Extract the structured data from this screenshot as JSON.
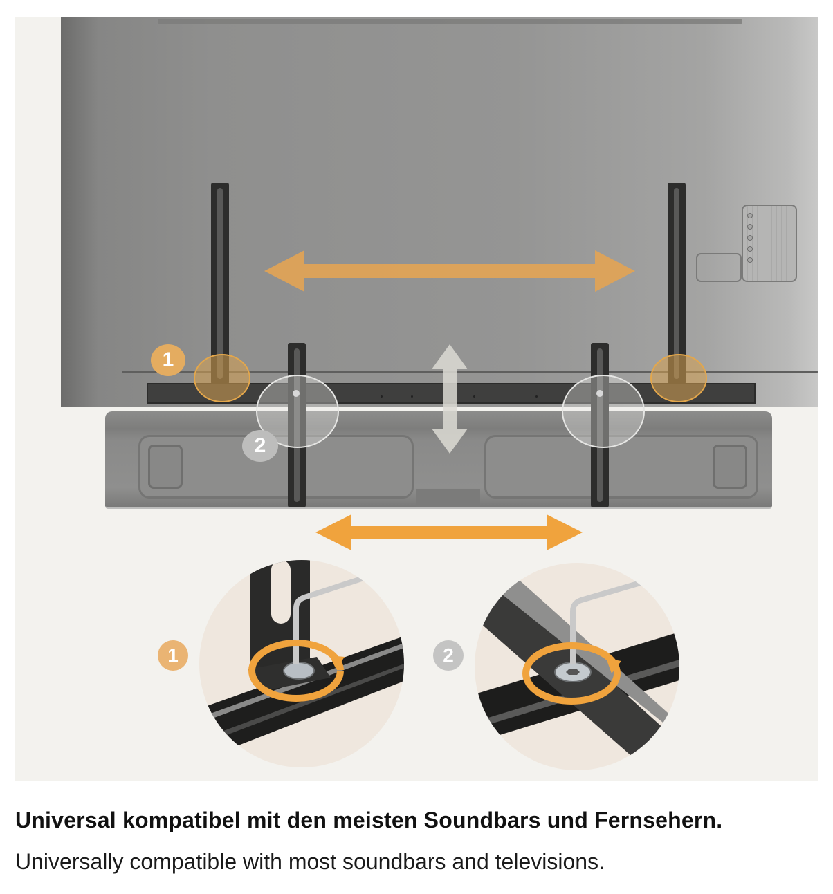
{
  "illustration": {
    "background_color": "#f3f2ee",
    "tv": {
      "label": "tv-back",
      "color": "#959594"
    },
    "soundbar": {
      "label": "soundbar",
      "color": "#8c8c8b"
    },
    "accent_color": "#f0a33d",
    "step_badges": [
      {
        "number": "1",
        "color": "#e9b066"
      },
      {
        "number": "2",
        "color": "#c7c7c6"
      }
    ],
    "arrows": [
      {
        "name": "tv-bracket-width-arrow",
        "direction": "horizontal",
        "color": "#e9a85a"
      },
      {
        "name": "height-adjust-arrow",
        "direction": "vertical",
        "color": "#d8d6d0"
      },
      {
        "name": "soundbar-bracket-width-arrow",
        "direction": "horizontal",
        "color": "#f0a33d"
      }
    ],
    "detail_insets": [
      {
        "step": "1",
        "description": "hex-key-tighten-tv-bracket"
      },
      {
        "step": "2",
        "description": "hex-key-tighten-soundbar-bracket"
      }
    ]
  },
  "caption": {
    "german": "Universal kompatibel mit den meisten Soundbars und Fernsehern.",
    "english": "Universally compatible with most soundbars and televisions."
  }
}
